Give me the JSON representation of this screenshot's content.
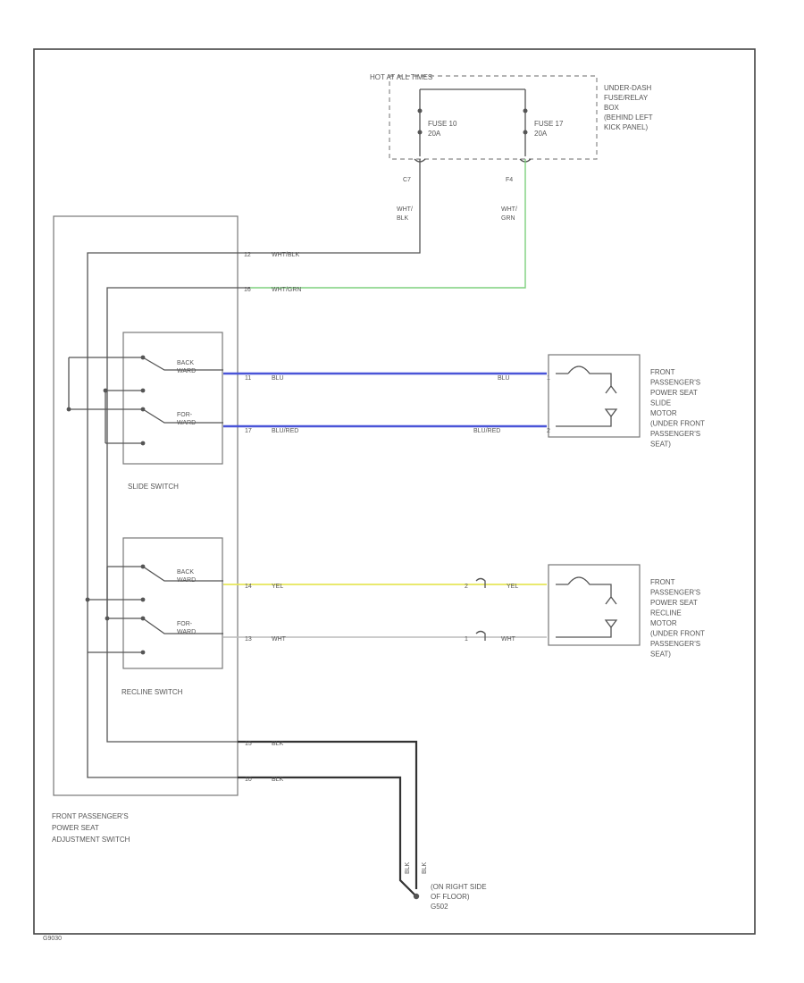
{
  "fuse_box": {
    "hot_label": "HOT AT ALL TIMES",
    "name_lines": [
      "UNDER-DASH",
      "FUSE/RELAY",
      "BOX",
      "(BEHIND LEFT",
      "KICK PANEL)"
    ],
    "fuse1_lines": [
      "FUSE 10",
      "20A"
    ],
    "fuse2_lines": [
      "FUSE 17",
      "20A"
    ],
    "pin1": "C7",
    "pin2": "F4"
  },
  "wires": {
    "wht_blk": {
      "label": "WHT/BLK",
      "stacked": [
        "WHT/",
        "BLK"
      ],
      "pin": "12",
      "color": "#555555"
    },
    "wht_grn": {
      "label": "WHT/GRN",
      "stacked": [
        "WHT/",
        "GRN"
      ],
      "pin": "16",
      "color": "#7ed07e"
    },
    "blu": {
      "label": "BLU",
      "pin_switch": "11",
      "pin_motor": "1",
      "color": "#4a55d8"
    },
    "blu_red": {
      "label": "BLU/RED",
      "pin_switch": "17",
      "pin_motor": "2",
      "color": "#4a55d8"
    },
    "yel": {
      "label": "YEL",
      "pin_switch": "14",
      "pin_conn": "2",
      "color": "#e6e65a"
    },
    "wht": {
      "label": "WHT",
      "pin_switch": "13",
      "pin_conn": "1",
      "color": "#bbbbbb"
    },
    "blk1": {
      "label": "BLK",
      "pin": "15"
    },
    "blk2": {
      "label": "BLK",
      "pin": "10"
    },
    "blk_v1": "BLK",
    "blk_v2": "BLK"
  },
  "slide_switch": {
    "title": "SLIDE SWITCH",
    "back_lines": [
      "BACK",
      "WARD"
    ],
    "for_lines": [
      "FOR-",
      "WARD"
    ]
  },
  "recline_switch": {
    "title": "RECLINE SWITCH",
    "back_lines": [
      "BACK",
      "WARD"
    ],
    "for_lines": [
      "FOR-",
      "WARD"
    ]
  },
  "slide_motor": {
    "lines": [
      "FRONT",
      "PASSENGER'S",
      "POWER SEAT",
      "SLIDE",
      "MOTOR",
      "(UNDER FRONT",
      "PASSENGER'S",
      "SEAT)"
    ]
  },
  "recline_motor": {
    "lines": [
      "FRONT",
      "PASSENGER'S",
      "POWER SEAT",
      "RECLINE",
      "MOTOR",
      "(UNDER FRONT",
      "PASSENGER'S",
      "SEAT)"
    ]
  },
  "adjust_switch": {
    "lines": [
      "FRONT PASSENGER'S",
      "POWER SEAT",
      "ADJUSTMENT SWITCH"
    ]
  },
  "ground": {
    "lines": [
      "(ON RIGHT SIDE",
      "OF FLOOR)",
      "G502"
    ]
  },
  "footer_code": "G9030"
}
